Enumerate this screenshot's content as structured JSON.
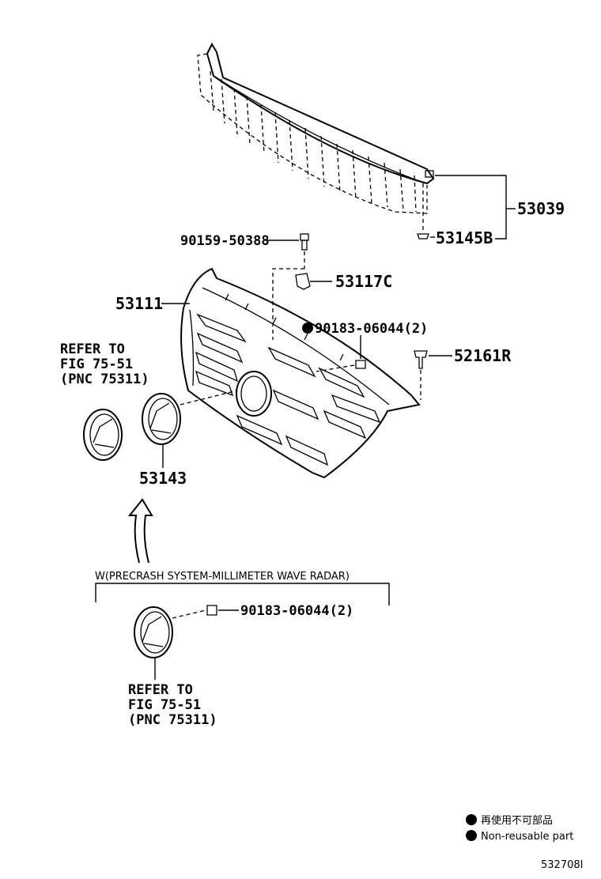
{
  "parts": {
    "p53039": "53039",
    "p53145B": "53145B",
    "p90159": "90159-50388",
    "p53117C": "53117C",
    "p53111": "53111",
    "p90183_top": "90183-06044(2)",
    "p52161R": "52161R",
    "p53143": "53143",
    "p90183_bottom": "90183-06044(2)"
  },
  "refer_top": {
    "line1": "REFER TO",
    "line2": "FIG 75-51",
    "line3": "(PNC 75311)"
  },
  "refer_bottom": {
    "line1": "REFER TO",
    "line2": "FIG 75-51",
    "line3": "(PNC 75311)"
  },
  "condition_label": "W(PRECRASH SYSTEM-MILLIMETER WAVE RADAR)",
  "legend": {
    "line1": "再使用不可部品",
    "line2": "Non-reusable part"
  },
  "figure_id": "532708I"
}
